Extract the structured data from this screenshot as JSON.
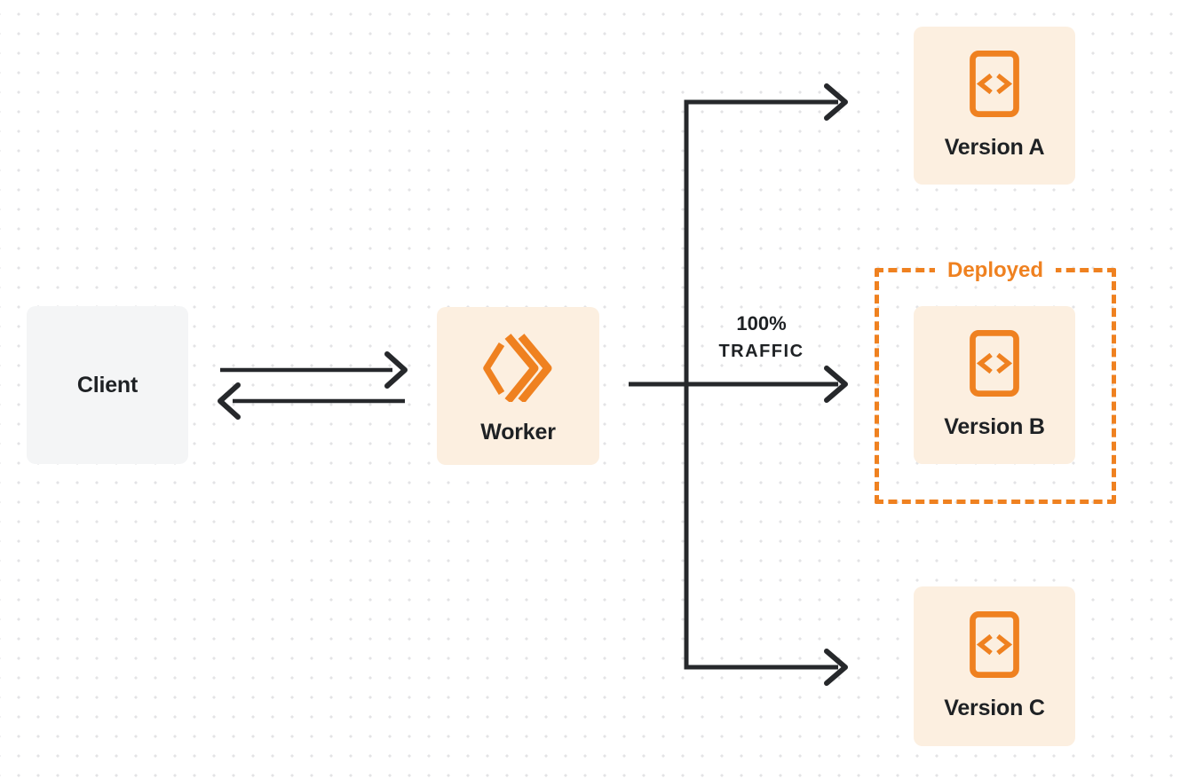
{
  "colors": {
    "background": "#ffffff",
    "dot": "#e3e3e5",
    "accent": "#ef8120",
    "cream": "#fcefe0",
    "gray_box": "#f4f5f6",
    "line": "#26282b",
    "text": "#1e2124"
  },
  "nodes": {
    "client": {
      "label": "Client"
    },
    "worker": {
      "label": "Worker",
      "icon": "cloudflare-workers-icon"
    },
    "version_a": {
      "label": "Version A",
      "icon": "code-file-icon"
    },
    "version_b": {
      "label": "Version B",
      "icon": "code-file-icon"
    },
    "version_c": {
      "label": "Version C",
      "icon": "code-file-icon"
    }
  },
  "annotations": {
    "deployed_label": "Deployed",
    "traffic_line1": "100%",
    "traffic_line2": "TRAFFIC"
  },
  "edges": [
    {
      "name": "client-to-worker",
      "direction": "right"
    },
    {
      "name": "worker-to-client",
      "direction": "left"
    },
    {
      "name": "worker-to-version-a",
      "direction": "right"
    },
    {
      "name": "worker-to-version-b",
      "direction": "right",
      "label": "100% TRAFFIC"
    },
    {
      "name": "worker-to-version-c",
      "direction": "right"
    }
  ]
}
